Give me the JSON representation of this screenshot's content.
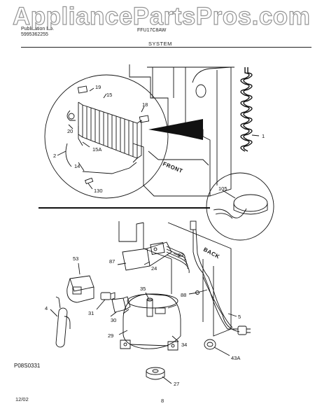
{
  "watermark": "AppliancePartsPros.com",
  "header": {
    "publication_label": "Publication No.",
    "publication_number": "5995362255",
    "model": "FFU17C8AW",
    "section_title": "SYSTEM"
  },
  "footer": {
    "date": "12/02",
    "page": "8"
  },
  "drawing_code": "P08S0331",
  "callouts": {
    "c19": "19",
    "c15": "15",
    "c18": "18",
    "c20": "20",
    "c15a": "15A",
    "c2": "2",
    "c14": "14",
    "c130": "130",
    "c1": "1",
    "c105": "105",
    "c53": "53",
    "c87": "87",
    "c23": "23",
    "c24": "24",
    "c35": "35",
    "c88": "88",
    "c31": "31",
    "c30": "30",
    "c4": "4",
    "c29": "29",
    "c34": "34",
    "c5": "5",
    "c43a": "43A",
    "c27": "27"
  },
  "labels": {
    "front": "FRONT",
    "back": "BACK"
  }
}
